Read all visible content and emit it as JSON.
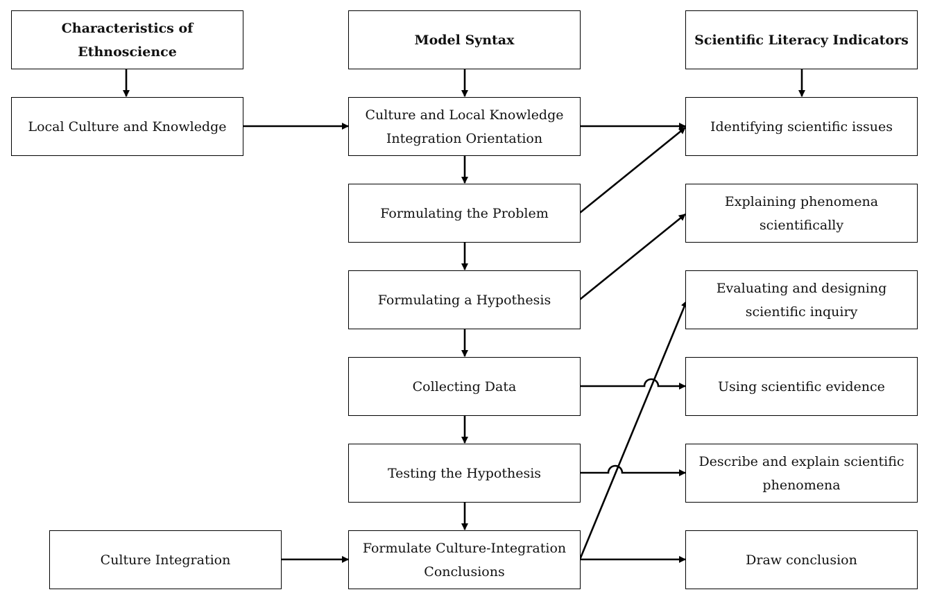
{
  "headers": {
    "ethnoscience": "Characteristics of Ethnoscience",
    "syntax": "Model Syntax",
    "literacy": "Scientific Literacy Indicators"
  },
  "left": {
    "local_culture": "Local Culture and Knowledge",
    "culture_integration": "Culture Integration"
  },
  "syntax_steps": [
    "Culture and Local Knowledge Integration Orientation",
    "Formulating the Problem",
    "Formulating a Hypothesis",
    "Collecting Data",
    "Testing the Hypothesis",
    "Formulate Culture-Integration Conclusions"
  ],
  "indicators": [
    "Identifying scientific issues",
    "Explaining phenomena scientifically",
    "Evaluating and designing scientific inquiry",
    "Using scientific evidence",
    "Describe and explain scientific phenomena",
    "Draw conclusion"
  ]
}
